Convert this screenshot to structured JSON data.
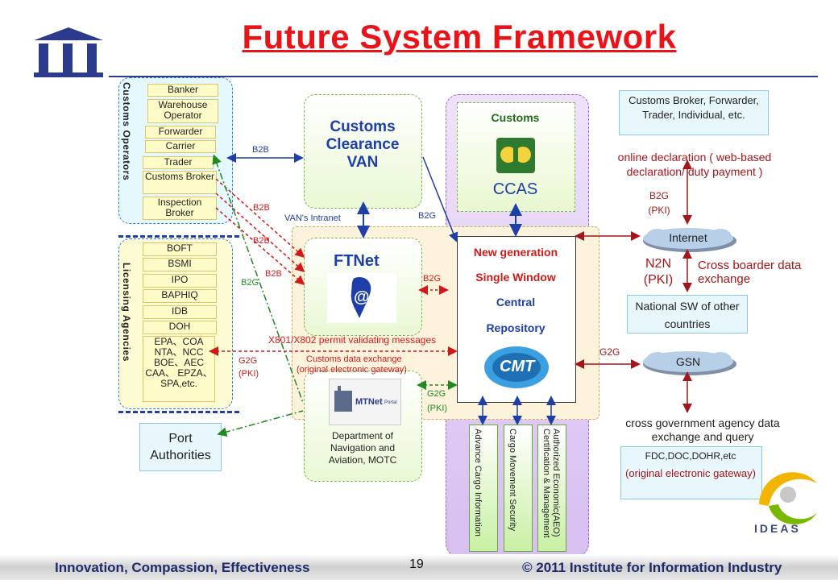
{
  "title": "Future System Framework",
  "customs_operators": {
    "label": "Customs Operators",
    "items": [
      "Banker",
      "Warehouse Operator",
      "Forwarder",
      "Carrier",
      "Trader",
      "Customs Broker",
      "Inspection Broker"
    ]
  },
  "licensing_agencies": {
    "label": "Licensing Agencies",
    "items": [
      "BOFT",
      "BSMI",
      "IPO",
      "BAPHIQ",
      "IDB",
      "DOH"
    ],
    "more": "EPA、COA NTA、NCC BOE、AEC CAA、 EPZA、 SPA,etc."
  },
  "port_authorities": "Port Authorities",
  "customs_van": "Customs Clearance VAN",
  "ftnet": "FTNet",
  "mtnet_logo": "MTNet",
  "mtnet_portal": "Portal",
  "dept_navigation": "Department of Navigation and Aviation, MOTC",
  "customs": {
    "label": "Customs",
    "system": "CCAS"
  },
  "repository": {
    "lines": [
      "New generation",
      "Single Window",
      "Central",
      "Repository"
    ],
    "logo": "CMT"
  },
  "strips": [
    "Advance Cargo Information",
    "Cargo Movement Security",
    "Authorized Economic(AEO) Certification & Management"
  ],
  "right": {
    "brokers": "Customs Broker, Forwarder, Trader, Individual, etc.",
    "online_declaration": "online declaration ( web-based declaration/ duty payment )",
    "b2g_pki": "B2G (PKI)",
    "internet": "Internet",
    "n2n_pki": "N2N (PKI)",
    "cross_border": "Cross boarder data exchange",
    "national_sw": "National SW of other countries",
    "g2g": "G2G",
    "gsn": "GSN",
    "cross_gov": "cross government agency data exchange and query",
    "fdc": "FDC,DOC,DOHR,etc",
    "original_gateway": "(original electronic gateway)",
    "ideas": "IDEAS"
  },
  "arrow_labels": {
    "b2b_top": "B2B",
    "b2b_1": "B2B",
    "b2b_2": "B2B",
    "b2b_3": "B2B",
    "b2g_left": "B2G",
    "b2g_top": "B2G",
    "b2g_mid": "B2G",
    "vans_intranet": "VAN's Intranet",
    "x801": "X801/X802 permit validating messages",
    "customs_data": "Customs data exchange",
    "original_gateway": "(original electronic gateway)",
    "g2g_pki_left": "G2G (PKI)",
    "g2g_pki_mid": "G2G (PKI)"
  },
  "footer": {
    "left": "Innovation, Compassion, Effectiveness",
    "page": "19",
    "right": "© 2011 Institute for Information Industry"
  },
  "colors": {
    "title": "#e8141a",
    "panel_border": "#2a7bd1",
    "purple_panel": "#d9c2f0",
    "green": "#1f8a1f",
    "red": "#d01a1a",
    "blue": "#1e3ea8"
  }
}
